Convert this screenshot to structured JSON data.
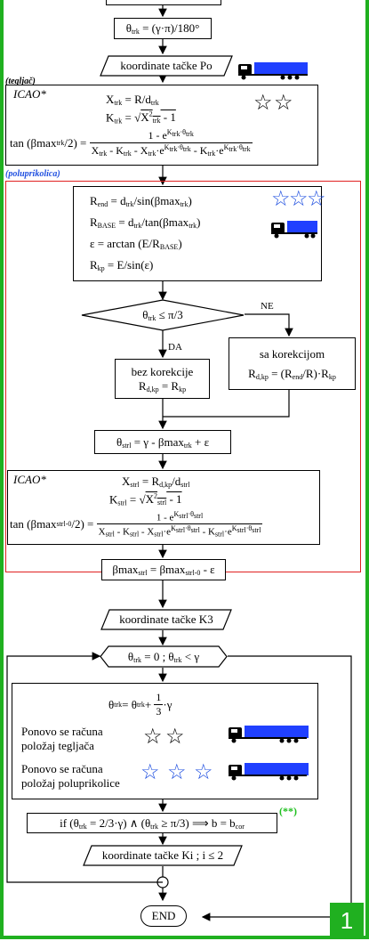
{
  "labels": {
    "tegljac": "(tegljač)",
    "poluprikolica": "(poluprikolica)",
    "icao_1": "ICAO*",
    "icao_2": "ICAO*",
    "ne": "NE",
    "da": "DA",
    "annotation": "(**)",
    "page_number": "1"
  },
  "steps": {
    "theta_def": "θ_trk = (γ·π)/180°",
    "koord_po": "koordinate tačke Po",
    "decision_1": "θ_trk ≤ π/3",
    "bez_korekcije": "bez korekcije",
    "sa_korekcijom": "sa korekcijom",
    "koord_k3": "koordinate tačke K3",
    "loop": "θ_trk = 0 ; θ_trk < γ",
    "ponovo_1a": "Ponovo se računa",
    "ponovo_1b": "položaj tegljača",
    "ponovo_2a": "Ponovo se računa",
    "ponovo_2b": "položaj poluprikolice",
    "koord_ki": "koordinate tačke Ki ; i ≤ 2",
    "end": "END"
  },
  "colors": {
    "frame": "#20b020",
    "section_border": "#e02020",
    "section_label": "#2050e0",
    "truck": "#2040ff",
    "annotation": "#20c020"
  },
  "icons": {
    "star_outline": "star-outline-icon",
    "truck_cab": "tractor-truck-icon",
    "semitrailer": "semitrailer-truck-icon"
  }
}
